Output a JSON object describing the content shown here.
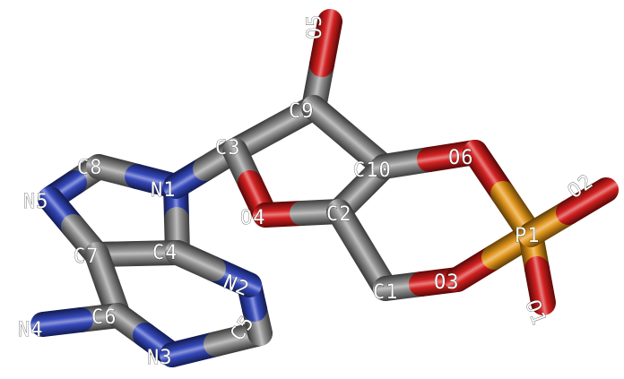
{
  "molecule": {
    "colors": {
      "carbon": "#8a8a8a",
      "nitrogen": "#2a3fb8",
      "oxygen": "#d11414",
      "phosphorus": "#e0900f",
      "label": "#ffffff"
    },
    "atoms": [
      {
        "id": "C1",
        "element": "carbon",
        "label": "C1"
      },
      {
        "id": "C2",
        "element": "carbon",
        "label": "C2"
      },
      {
        "id": "C3",
        "element": "carbon",
        "label": "C3"
      },
      {
        "id": "C4",
        "element": "carbon",
        "label": "C4"
      },
      {
        "id": "C5",
        "element": "carbon",
        "label": "C5"
      },
      {
        "id": "C6",
        "element": "carbon",
        "label": "C6"
      },
      {
        "id": "C7",
        "element": "carbon",
        "label": "C7"
      },
      {
        "id": "C8",
        "element": "carbon",
        "label": "C8"
      },
      {
        "id": "C9",
        "element": "carbon",
        "label": "C9"
      },
      {
        "id": "C10",
        "element": "carbon",
        "label": "C10"
      },
      {
        "id": "N1",
        "element": "nitrogen",
        "label": "N1"
      },
      {
        "id": "N2",
        "element": "nitrogen",
        "label": "N2"
      },
      {
        "id": "N3",
        "element": "nitrogen",
        "label": "N3"
      },
      {
        "id": "N4",
        "element": "nitrogen",
        "label": "N4"
      },
      {
        "id": "N5",
        "element": "nitrogen",
        "label": "N5"
      },
      {
        "id": "O1",
        "element": "oxygen",
        "label": "O1"
      },
      {
        "id": "O2",
        "element": "oxygen",
        "label": "O2"
      },
      {
        "id": "O3",
        "element": "oxygen",
        "label": "O3"
      },
      {
        "id": "O4",
        "element": "oxygen",
        "label": "O4"
      },
      {
        "id": "O5",
        "element": "oxygen",
        "label": "O5"
      },
      {
        "id": "O6",
        "element": "oxygen",
        "label": "O6"
      },
      {
        "id": "P1",
        "element": "phosphorus",
        "label": "P1"
      }
    ],
    "bonds": [
      [
        "C8",
        "N5"
      ],
      [
        "C8",
        "N1"
      ],
      [
        "N1",
        "C4"
      ],
      [
        "N5",
        "C7"
      ],
      [
        "C7",
        "C4"
      ],
      [
        "C7",
        "C6"
      ],
      [
        "C6",
        "N4"
      ],
      [
        "C6",
        "N3"
      ],
      [
        "N3",
        "C5"
      ],
      [
        "C5",
        "N2"
      ],
      [
        "N2",
        "C4"
      ],
      [
        "N1",
        "C3"
      ],
      [
        "C3",
        "C9"
      ],
      [
        "C3",
        "O4"
      ],
      [
        "O4",
        "C2"
      ],
      [
        "C9",
        "O5"
      ],
      [
        "C9",
        "C10"
      ],
      [
        "C10",
        "C2"
      ],
      [
        "C10",
        "O6"
      ],
      [
        "C2",
        "C1"
      ],
      [
        "C1",
        "O3"
      ],
      [
        "O3",
        "P1"
      ],
      [
        "O6",
        "P1"
      ],
      [
        "P1",
        "O1"
      ],
      [
        "P1",
        "O2"
      ]
    ]
  }
}
